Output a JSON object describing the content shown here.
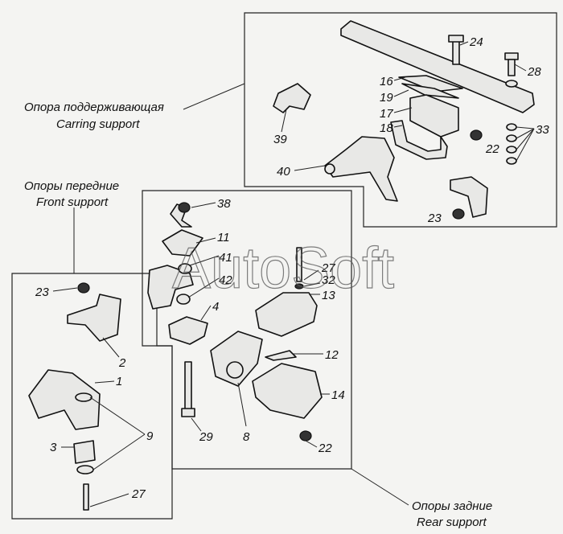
{
  "captions": {
    "carrying_ru": "Опора поддерживающая",
    "carrying_en": "Carring support",
    "front_ru": "Опоры передние",
    "front_en": "Front support",
    "rear_ru": "Опоры задние",
    "rear_en": "Rear support"
  },
  "watermark": "AutoSoft",
  "parts": {
    "p24": "24",
    "p28": "28",
    "p16": "16",
    "p19": "19",
    "p17": "17",
    "p18": "18",
    "p33": "33",
    "p22a": "22",
    "p39": "39",
    "p40": "40",
    "p23a": "23",
    "p38": "38",
    "p11": "11",
    "p41": "41",
    "p42": "42",
    "p27a": "27",
    "p32": "32",
    "p13": "13",
    "p4": "4",
    "p12": "12",
    "p14": "14",
    "p29": "29",
    "p8": "8",
    "p22b": "22",
    "p23b": "23",
    "p2": "2",
    "p1": "1",
    "p9": "9",
    "p3": "3",
    "p27b": "27"
  }
}
